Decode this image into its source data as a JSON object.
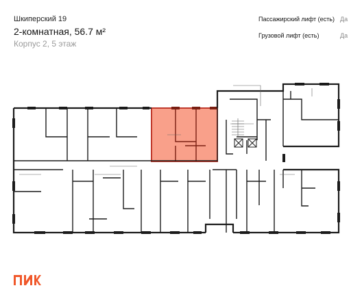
{
  "header": {
    "project_name": "Шкиперский 19",
    "apartment_title": "2-комнатная, 56.7 м²",
    "building_floor": "Корпус 2, 5 этаж"
  },
  "features": [
    {
      "label": "Пассажирский лифт (есть)",
      "value": "Да"
    },
    {
      "label": "Грузовой лифт (есть)",
      "value": "Да"
    }
  ],
  "floor_plan": {
    "selected_apartment": "2-комнатная, 56.7 м²",
    "colors": {
      "wall": "#1a1a1a",
      "selected_fill": "#f9a08a",
      "selected_wall": "#c0392b",
      "thin_line": "#555555"
    }
  },
  "brand": {
    "logo_text": "ПИК",
    "logo_color": "#f0582b"
  }
}
